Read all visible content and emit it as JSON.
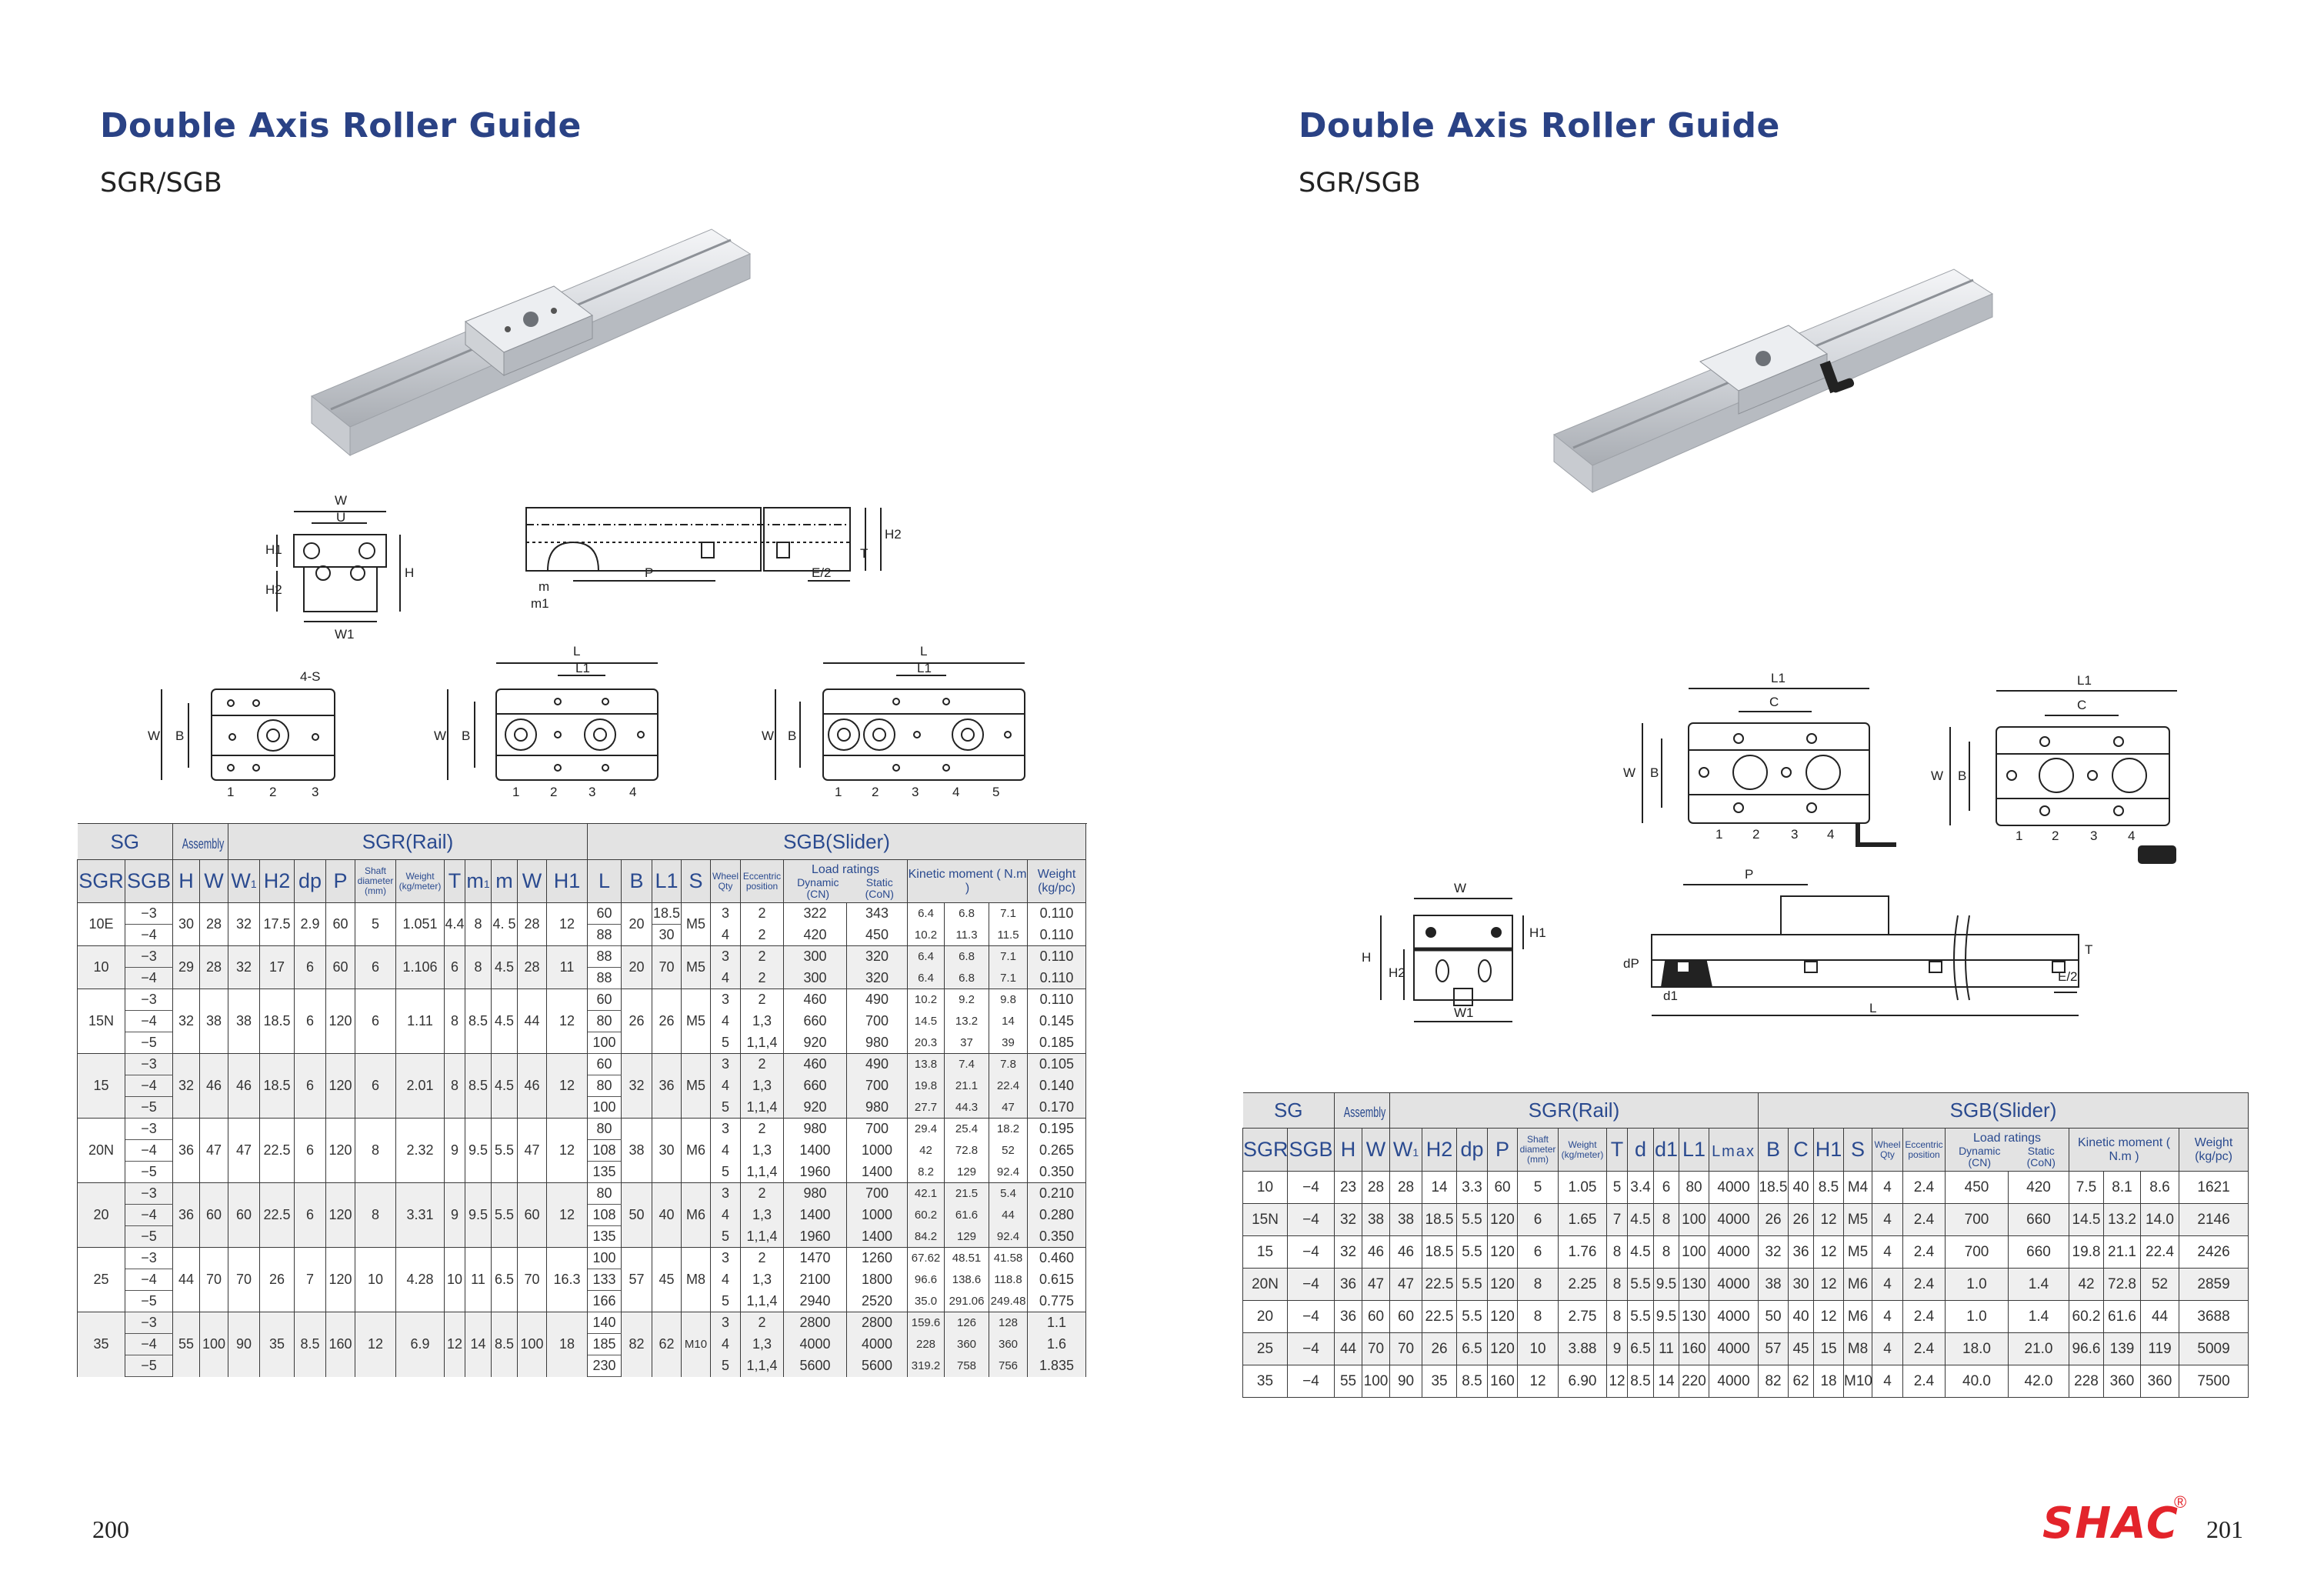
{
  "pages": [
    {
      "title": "Double Axis Roller Guide",
      "subtitle": "SGR/SGB",
      "page_number": "200"
    },
    {
      "title": "Double Axis Roller Guide",
      "subtitle": "SGR/SGB",
      "page_number": "201"
    }
  ],
  "brand": {
    "logo": "SHAC",
    "registered": "®",
    "color": "#e3242b"
  },
  "colors": {
    "title": "#2a4285",
    "header_bg": "#e3e3e3",
    "header_text": "#2a4a8f",
    "alt_row": "#efefef"
  },
  "drawings_left": {
    "front_view": [
      "W",
      "U",
      "H1",
      "H2",
      "H",
      "W1"
    ],
    "side_view": [
      "P",
      "m",
      "m1",
      "E/2",
      "T",
      "H2"
    ],
    "top_view_3": [
      "4-S",
      "W",
      "B",
      "1",
      "2",
      "3"
    ],
    "top_view_4": [
      "L",
      "L1",
      "W",
      "B",
      "1",
      "2",
      "3",
      "4"
    ],
    "top_view_5": [
      "L",
      "L1",
      "W",
      "B",
      "1",
      "2",
      "3",
      "4",
      "5"
    ]
  },
  "drawings_right": {
    "top_view_a": [
      "L1",
      "C",
      "W",
      "B",
      "1",
      "2",
      "3",
      "4"
    ],
    "top_view_b": [
      "L1",
      "C",
      "W",
      "B",
      "1",
      "2",
      "3",
      "4"
    ],
    "front_view": [
      "W",
      "H",
      "H2",
      "H1",
      "W1"
    ],
    "side_view": [
      "P",
      "dP",
      "d1",
      "T",
      "E/2",
      "L"
    ]
  },
  "left_table": {
    "group_headers": [
      {
        "label": "SG",
        "span": 2
      },
      {
        "label": "Assembly",
        "span": 2,
        "narrow": true
      },
      {
        "label": "SGR(Rail)",
        "span": 11
      },
      {
        "label": "SGB(Slider)",
        "span": 13
      }
    ],
    "columns": [
      {
        "label": "SGR"
      },
      {
        "label": "SGB"
      },
      {
        "label": "H"
      },
      {
        "label": "W"
      },
      {
        "label": "W",
        "sub": "1"
      },
      {
        "label": "H2"
      },
      {
        "label": "dp"
      },
      {
        "label": "P"
      },
      {
        "small": "Shaft diameter (mm)"
      },
      {
        "small": "Weight (kg/meter)"
      },
      {
        "label": "T"
      },
      {
        "label": "m",
        "sub": "1"
      },
      {
        "label": "m"
      },
      {
        "label": "W"
      },
      {
        "label": "H1"
      },
      {
        "label": "L"
      },
      {
        "label": "B"
      },
      {
        "label": "L1"
      },
      {
        "label": "S"
      },
      {
        "small": "Wheel Qty"
      },
      {
        "small": "Eccentric position"
      },
      {
        "load": "Load ratings",
        "span": 2,
        "subs": [
          {
            "name": "Dynamic",
            "unit": "(CN)"
          },
          {
            "name": "Static",
            "unit": "(CoN)"
          }
        ]
      },
      {
        "medium": "Kinetic moment ( N.m )",
        "span": 3
      },
      {
        "medium": "Weight (kg/pc)"
      }
    ],
    "groups": [
      {
        "sgr": "10E",
        "H": "30",
        "W": "28",
        "W1": "32",
        "H2": "17.5",
        "dp": "2.9",
        "P": "60",
        "shaft": "5",
        "weight_m": "1.051",
        "T": "4.4",
        "m1": "8",
        "m": "4. 5",
        "W_rail": "28",
        "H1": "12",
        "B": "20",
        "S": "M5",
        "rows": [
          {
            "sgb": "−3",
            "L": "60",
            "L1": "18.5",
            "wheel": "3",
            "ecc": "2",
            "dyn": "322",
            "stat": "343",
            "k1": "6.4",
            "k2": "6.8",
            "k3": "7.1",
            "wt": "0.110"
          },
          {
            "sgb": "−4",
            "L": "88",
            "L1": "30",
            "wheel": "4",
            "ecc": "2",
            "dyn": "420",
            "stat": "450",
            "k1": "10.2",
            "k2": "11.3",
            "k3": "11.5",
            "wt": "0.110"
          }
        ]
      },
      {
        "sgr": "10",
        "H": "29",
        "W": "28",
        "W1": "32",
        "H2": "17",
        "dp": "6",
        "P": "60",
        "shaft": "6",
        "weight_m": "1.106",
        "T": "6",
        "m1": "8",
        "m": "4.5",
        "W_rail": "28",
        "H1": "11",
        "B": "20",
        "L1": "70",
        "S": "M5",
        "rows": [
          {
            "sgb": "−3",
            "L": "88",
            "wheel": "3",
            "ecc": "2",
            "dyn": "300",
            "stat": "320",
            "k1": "6.4",
            "k2": "6.8",
            "k3": "7.1",
            "wt": "0.110"
          },
          {
            "sgb": "−4",
            "L": "88",
            "wheel": "4",
            "ecc": "2",
            "dyn": "300",
            "stat": "320",
            "k1": "6.4",
            "k2": "6.8",
            "k3": "7.1",
            "wt": "0.110"
          }
        ]
      },
      {
        "sgr": "15N",
        "H": "32",
        "W": "38",
        "W1": "38",
        "H2": "18.5",
        "dp": "6",
        "P": "120",
        "shaft": "6",
        "weight_m": "1.11",
        "T": "8",
        "m1": "8.5",
        "m": "4.5",
        "W_rail": "44",
        "H1": "12",
        "B": "26",
        "L1": "26",
        "S": "M5",
        "rows": [
          {
            "sgb": "−3",
            "L": "60",
            "wheel": "3",
            "ecc": "2",
            "dyn": "460",
            "stat": "490",
            "k1": "10.2",
            "k2": "9.2",
            "k3": "9.8",
            "wt": "0.110"
          },
          {
            "sgb": "−4",
            "L": "80",
            "wheel": "4",
            "ecc": "1,3",
            "dyn": "660",
            "stat": "700",
            "k1": "14.5",
            "k2": "13.2",
            "k3": "14",
            "wt": "0.145"
          },
          {
            "sgb": "−5",
            "L": "100",
            "wheel": "5",
            "ecc": "1,1,4",
            "dyn": "920",
            "stat": "980",
            "k1": "20.3",
            "k2": "37",
            "k3": "39",
            "wt": "0.185"
          }
        ]
      },
      {
        "sgr": "15",
        "H": "32",
        "W": "46",
        "W1": "46",
        "H2": "18.5",
        "dp": "6",
        "P": "120",
        "shaft": "6",
        "weight_m": "2.01",
        "T": "8",
        "m1": "8.5",
        "m": "4.5",
        "W_rail": "46",
        "H1": "12",
        "B": "32",
        "L1": "36",
        "S": "M5",
        "rows": [
          {
            "sgb": "−3",
            "L": "60",
            "wheel": "3",
            "ecc": "2",
            "dyn": "460",
            "stat": "490",
            "k1": "13.8",
            "k2": "7.4",
            "k3": "7.8",
            "wt": "0.105"
          },
          {
            "sgb": "−4",
            "L": "80",
            "wheel": "4",
            "ecc": "1,3",
            "dyn": "660",
            "stat": "700",
            "k1": "19.8",
            "k2": "21.1",
            "k3": "22.4",
            "wt": "0.140"
          },
          {
            "sgb": "−5",
            "L": "100",
            "wheel": "5",
            "ecc": "1,1,4",
            "dyn": "920",
            "stat": "980",
            "k1": "27.7",
            "k2": "44.3",
            "k3": "47",
            "wt": "0.170"
          }
        ]
      },
      {
        "sgr": "20N",
        "H": "36",
        "W": "47",
        "W1": "47",
        "H2": "22.5",
        "dp": "6",
        "P": "120",
        "shaft": "8",
        "weight_m": "2.32",
        "T": "9",
        "m1": "9.5",
        "m": "5.5",
        "W_rail": "47",
        "H1": "12",
        "B": "38",
        "L1": "30",
        "S": "M6",
        "rows": [
          {
            "sgb": "−3",
            "L": "80",
            "wheel": "3",
            "ecc": "2",
            "dyn": "980",
            "stat": "700",
            "k1": "29.4",
            "k2": "25.4",
            "k3": "18.2",
            "wt": "0.195"
          },
          {
            "sgb": "−4",
            "L": "108",
            "wheel": "4",
            "ecc": "1,3",
            "dyn": "1400",
            "stat": "1000",
            "k1": "42",
            "k2": "72.8",
            "k3": "52",
            "wt": "0.265"
          },
          {
            "sgb": "−5",
            "L": "135",
            "wheel": "5",
            "ecc": "1,1,4",
            "dyn": "1960",
            "stat": "1400",
            "k1": "8.2",
            "k2": "129",
            "k3": "92.4",
            "wt": "0.350"
          }
        ]
      },
      {
        "sgr": "20",
        "H": "36",
        "W": "60",
        "W1": "60",
        "H2": "22.5",
        "dp": "6",
        "P": "120",
        "shaft": "8",
        "weight_m": "3.31",
        "T": "9",
        "m1": "9.5",
        "m": "5.5",
        "W_rail": "60",
        "H1": "12",
        "B": "50",
        "L1": "40",
        "S": "M6",
        "rows": [
          {
            "sgb": "−3",
            "L": "80",
            "wheel": "3",
            "ecc": "2",
            "dyn": "980",
            "stat": "700",
            "k1": "42.1",
            "k2": "21.5",
            "k3": "5.4",
            "wt": "0.210"
          },
          {
            "sgb": "−4",
            "L": "108",
            "wheel": "4",
            "ecc": "1,3",
            "dyn": "1400",
            "stat": "1000",
            "k1": "60.2",
            "k2": "61.6",
            "k3": "44",
            "wt": "0.280"
          },
          {
            "sgb": "−5",
            "L": "135",
            "wheel": "5",
            "ecc": "1,1,4",
            "dyn": "1960",
            "stat": "1400",
            "k1": "84.2",
            "k2": "129",
            "k3": "92.4",
            "wt": "0.350"
          }
        ]
      },
      {
        "sgr": "25",
        "H": "44",
        "W": "70",
        "W1": "70",
        "H2": "26",
        "dp": "7",
        "P": "120",
        "shaft": "10",
        "weight_m": "4.28",
        "T": "10",
        "m1": "11",
        "m": "6.5",
        "W_rail": "70",
        "H1": "16.3",
        "B": "57",
        "L1": "45",
        "S": "M8",
        "rows": [
          {
            "sgb": "−3",
            "L": "100",
            "wheel": "3",
            "ecc": "2",
            "dyn": "1470",
            "stat": "1260",
            "k1": "67.62",
            "k2": "48.51",
            "k3": "41.58",
            "wt": "0.460"
          },
          {
            "sgb": "−4",
            "L": "133",
            "wheel": "4",
            "ecc": "1,3",
            "dyn": "2100",
            "stat": "1800",
            "k1": "96.6",
            "k2": "138.6",
            "k3": "118.8",
            "wt": "0.615"
          },
          {
            "sgb": "−5",
            "L": "166",
            "wheel": "5",
            "ecc": "1,1,4",
            "dyn": "2940",
            "stat": "2520",
            "k1": "35.0",
            "k2": "291.06",
            "k3": "249.48",
            "wt": "0.775"
          }
        ]
      },
      {
        "sgr": "35",
        "H": "55",
        "W": "100",
        "W1": "90",
        "H2": "35",
        "dp": "8.5",
        "P": "160",
        "shaft": "12",
        "weight_m": "6.9",
        "T": "12",
        "m1": "14",
        "m": "8.5",
        "W_rail": "100",
        "H1": "18",
        "B": "82",
        "L1": "62",
        "S": "M10",
        "rows": [
          {
            "sgb": "−3",
            "L": "140",
            "wheel": "3",
            "ecc": "2",
            "dyn": "2800",
            "stat": "2800",
            "k1": "159.6",
            "k2": "126",
            "k3": "128",
            "wt": "1.1"
          },
          {
            "sgb": "−4",
            "L": "185",
            "wheel": "4",
            "ecc": "1,3",
            "dyn": "4000",
            "stat": "4000",
            "k1": "228",
            "k2": "360",
            "k3": "360",
            "wt": "1.6"
          },
          {
            "sgb": "−5",
            "L": "230",
            "wheel": "5",
            "ecc": "1,1,4",
            "dyn": "5600",
            "stat": "5600",
            "k1": "319.2",
            "k2": "758",
            "k3": "756",
            "wt": "1.835"
          }
        ]
      }
    ]
  },
  "right_table": {
    "group_headers": [
      {
        "label": "SG",
        "span": 2
      },
      {
        "label": "Assembly",
        "span": 2,
        "narrow": true
      },
      {
        "label": "SGR(Rail)",
        "span": 11
      },
      {
        "label": "SGB(Slider)",
        "span": 12
      }
    ],
    "columns": [
      {
        "label": "SGR"
      },
      {
        "label": "SGB"
      },
      {
        "label": "H"
      },
      {
        "label": "W"
      },
      {
        "label": "W",
        "sub": "1"
      },
      {
        "label": "H2"
      },
      {
        "label": "dp"
      },
      {
        "label": "P"
      },
      {
        "small": "Shaft diameter (mm)"
      },
      {
        "small": "Weight (kg/meter)"
      },
      {
        "label": "T"
      },
      {
        "label": "d"
      },
      {
        "label": "d1"
      },
      {
        "label": "L1"
      },
      {
        "label": "Lmax",
        "mid": true
      },
      {
        "label": "B"
      },
      {
        "label": "C"
      },
      {
        "label": "H1"
      },
      {
        "label": "S"
      },
      {
        "small": "Wheel Qty"
      },
      {
        "small": "Eccentric position"
      },
      {
        "load": "Load ratings",
        "span": 2,
        "subs": [
          {
            "name": "Dynamic",
            "unit": "(CN)"
          },
          {
            "name": "Static",
            "unit": "(CoN)"
          }
        ]
      },
      {
        "medium": "Kinetic moment ( N.m )",
        "span": 3
      },
      {
        "medium": "Weight (kg/pc)"
      }
    ],
    "rows": [
      [
        "10",
        "−4",
        "23",
        "28",
        "28",
        "14",
        "3.3",
        "60",
        "5",
        "1.05",
        "5",
        "3.4",
        "6",
        "80",
        "4000",
        "18.5",
        "40",
        "8.5",
        "M4",
        "4",
        "2.4",
        "450",
        "420",
        "7.5",
        "8.1",
        "8.6",
        "1621"
      ],
      [
        "15N",
        "−4",
        "32",
        "38",
        "38",
        "18.5",
        "5.5",
        "120",
        "6",
        "1.65",
        "7",
        "4.5",
        "8",
        "100",
        "4000",
        "26",
        "26",
        "12",
        "M5",
        "4",
        "2.4",
        "700",
        "660",
        "14.5",
        "13.2",
        "14.0",
        "2146"
      ],
      [
        "15",
        "−4",
        "32",
        "46",
        "46",
        "18.5",
        "5.5",
        "120",
        "6",
        "1.76",
        "8",
        "4.5",
        "8",
        "100",
        "4000",
        "32",
        "36",
        "12",
        "M5",
        "4",
        "2.4",
        "700",
        "660",
        "19.8",
        "21.1",
        "22.4",
        "2426"
      ],
      [
        "20N",
        "−4",
        "36",
        "47",
        "47",
        "22.5",
        "5.5",
        "120",
        "8",
        "2.25",
        "8",
        "5.5",
        "9.5",
        "130",
        "4000",
        "38",
        "30",
        "12",
        "M6",
        "4",
        "2.4",
        "1.0",
        "1.4",
        "42",
        "72.8",
        "52",
        "2859"
      ],
      [
        "20",
        "−4",
        "36",
        "60",
        "60",
        "22.5",
        "5.5",
        "120",
        "8",
        "2.75",
        "8",
        "5.5",
        "9.5",
        "130",
        "4000",
        "50",
        "40",
        "12",
        "M6",
        "4",
        "2.4",
        "1.0",
        "1.4",
        "60.2",
        "61.6",
        "44",
        "3688"
      ],
      [
        "25",
        "−4",
        "44",
        "70",
        "70",
        "26",
        "6.5",
        "120",
        "10",
        "3.88",
        "9",
        "6.5",
        "11",
        "160",
        "4000",
        "57",
        "45",
        "15",
        "M8",
        "4",
        "2.4",
        "18.0",
        "21.0",
        "96.6",
        "139",
        "119",
        "5009"
      ],
      [
        "35",
        "−4",
        "55",
        "100",
        "90",
        "35",
        "8.5",
        "160",
        "12",
        "6.90",
        "12",
        "8.5",
        "14",
        "220",
        "4000",
        "82",
        "62",
        "18",
        "M10",
        "4",
        "2.4",
        "40.0",
        "42.0",
        "228",
        "360",
        "360",
        "7500"
      ]
    ]
  }
}
